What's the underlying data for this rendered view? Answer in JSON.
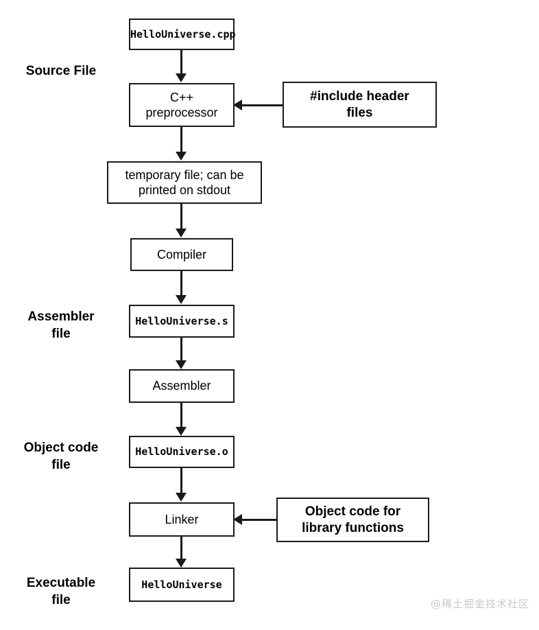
{
  "diagram": {
    "title": "C++ compilation pipeline",
    "background": "#ffffff",
    "line_color": "#1a1a1a",
    "watermark": "@稀土掘金技术社区"
  },
  "stage_labels": [
    {
      "id": "source-file",
      "text": "Source File"
    },
    {
      "id": "assembler-file",
      "text": "Assembler\nfile"
    },
    {
      "id": "object-code-file",
      "text": "Object code\nfile"
    },
    {
      "id": "executable-file",
      "text": "Executable\nfile"
    }
  ],
  "nodes": [
    {
      "id": "source-cpp",
      "text": "HelloUniverse.cpp",
      "style": "mono"
    },
    {
      "id": "preprocessor",
      "text": "C++\npreprocessor",
      "style": "plain"
    },
    {
      "id": "include-headers",
      "text": "#include header\nfiles",
      "style": "strong"
    },
    {
      "id": "temporary-file",
      "text": "temporary file; can be\nprinted on stdout",
      "style": "plain"
    },
    {
      "id": "compiler",
      "text": "Compiler",
      "style": "plain"
    },
    {
      "id": "assembly-file",
      "text": "HelloUniverse.s",
      "style": "mono"
    },
    {
      "id": "assembler",
      "text": "Assembler",
      "style": "plain"
    },
    {
      "id": "object-file",
      "text": "HelloUniverse.o",
      "style": "mono"
    },
    {
      "id": "linker",
      "text": "Linker",
      "style": "plain"
    },
    {
      "id": "library-object",
      "text": "Object code for\nlibrary functions",
      "style": "strong"
    },
    {
      "id": "executable",
      "text": "HelloUniverse",
      "style": "mono"
    }
  ],
  "edges": [
    {
      "from": "source-cpp",
      "to": "preprocessor",
      "direction": "down"
    },
    {
      "from": "preprocessor",
      "to": "temporary-file",
      "direction": "down"
    },
    {
      "from": "include-headers",
      "to": "preprocessor",
      "direction": "left"
    },
    {
      "from": "temporary-file",
      "to": "compiler",
      "direction": "down"
    },
    {
      "from": "compiler",
      "to": "assembly-file",
      "direction": "down"
    },
    {
      "from": "assembly-file",
      "to": "assembler",
      "direction": "down"
    },
    {
      "from": "assembler",
      "to": "object-file",
      "direction": "down"
    },
    {
      "from": "object-file",
      "to": "linker",
      "direction": "down"
    },
    {
      "from": "library-object",
      "to": "linker",
      "direction": "left"
    },
    {
      "from": "linker",
      "to": "executable",
      "direction": "down"
    }
  ]
}
